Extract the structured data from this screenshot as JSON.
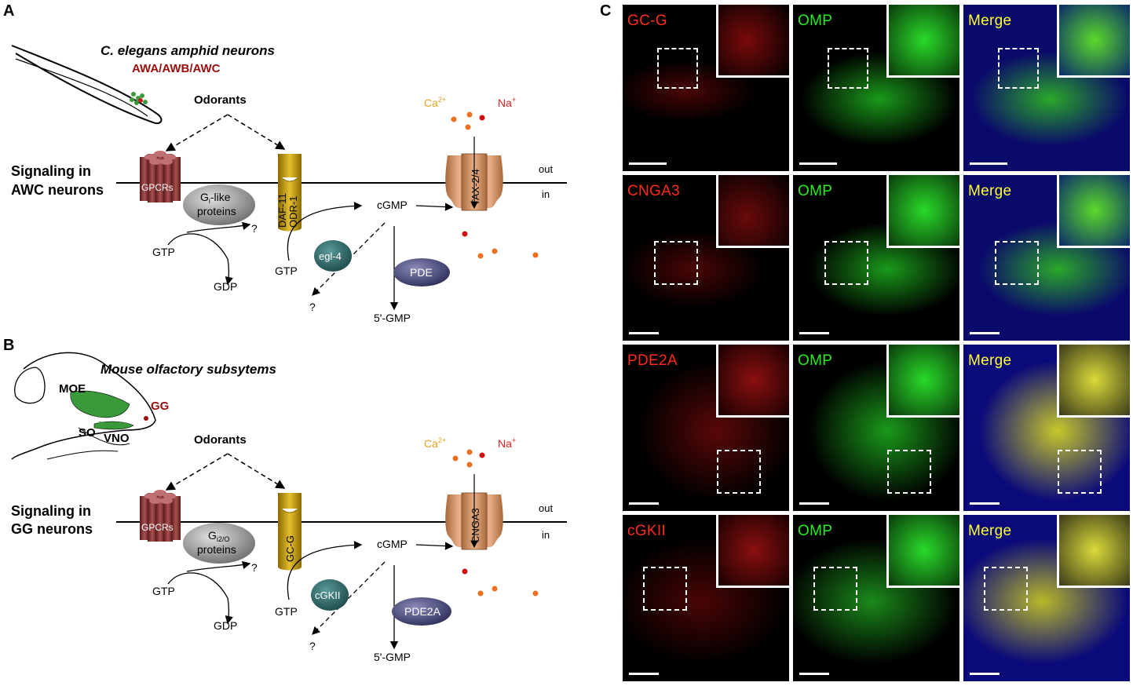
{
  "panel_letters": {
    "a": "A",
    "b": "B",
    "c": "C"
  },
  "panel_a": {
    "title": "C. elegans amphid neurons",
    "subtitle": "AWA/AWB/AWC",
    "odorants": "Odorants",
    "signaling_line1": "Signaling in",
    "signaling_line2": "AWC neurons",
    "gpcr": "GPCRs",
    "gprotein_line1": "G",
    "gprotein_sub": "i",
    "gprotein_line1_rest": "-like",
    "gprotein_line2": "proteins",
    "cyclase_line1": "DAF-11",
    "cyclase_line2": "ODR-1",
    "channel": "TAX-2/4",
    "out": "out",
    "in": "in",
    "ca": "Ca",
    "ca_sup": "2+",
    "na": "Na",
    "na_sup": "+",
    "cgmp": "cGMP",
    "gtp1": "GTP",
    "gdp": "GDP",
    "gtp2": "GTP",
    "q1": "?",
    "q2": "?",
    "kinase": "egl-4",
    "pde": "PDE",
    "gmp": "5'-GMP"
  },
  "panel_b": {
    "title": "Mouse olfactory subsytems",
    "moe": "MOE",
    "so": "SO",
    "vno": "VNO",
    "gg": "GG",
    "odorants": "Odorants",
    "signaling_line1": "Signaling in",
    "signaling_line2": "GG neurons",
    "gpcr": "GPCRs",
    "gprotein_line1": "G",
    "gprotein_sub": "i2/O",
    "gprotein_line2": "proteins",
    "cyclase": "GC-G",
    "channel": "CNGA3",
    "out": "out",
    "in": "in",
    "ca": "Ca",
    "ca_sup": "2+",
    "na": "Na",
    "na_sup": "+",
    "cgmp": "cGMP",
    "gtp1": "GTP",
    "gdp": "GDP",
    "gtp2": "GTP",
    "q1": "?",
    "q2": "?",
    "kinase": "cGKII",
    "pde": "PDE2A",
    "gmp": "5'-GMP"
  },
  "panel_c": {
    "rows": [
      {
        "red": "GC-G",
        "green": "OMP",
        "merge": "Merge"
      },
      {
        "red": "CNGA3",
        "green": "OMP",
        "merge": "Merge"
      },
      {
        "red": "PDE2A",
        "green": "OMP",
        "merge": "Merge"
      },
      {
        "red": "cGKII",
        "green": "OMP",
        "merge": "Merge"
      }
    ]
  },
  "colors": {
    "red_channel": "#ff2a1a",
    "green_channel": "#22ee22",
    "merge_label": "#ffff33",
    "dark_red": "#9a0d0d",
    "gpcr": "#8a3a3a",
    "cyclase": "#c8a010",
    "channel": "#c98a5a",
    "gprotein": "#8a8a8a",
    "kinase": "#2f6b6b",
    "pde": "#4a4a7a",
    "calcium": "#e8a020",
    "sodium": "#e02020"
  }
}
